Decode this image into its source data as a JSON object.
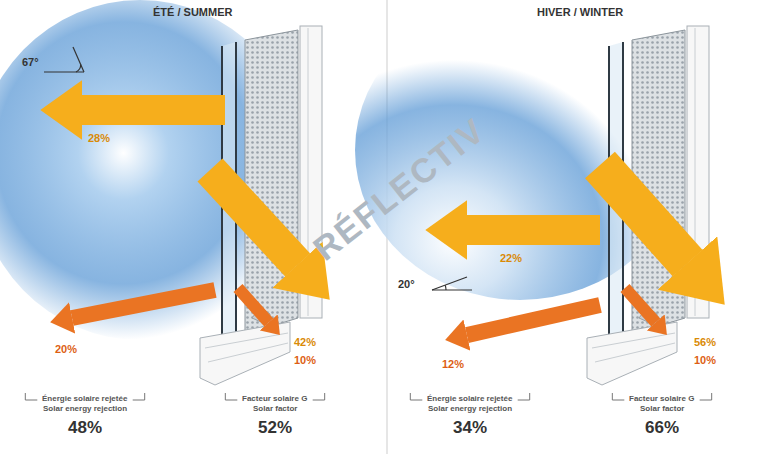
{
  "diagram": {
    "labels": [
      "ÉTÉ / SUMMER",
      "67°",
      "28%",
      "20%",
      "42%",
      "10%",
      "Énergie solaire rejetée",
      "Solar energy rejection",
      "48%",
      "Facteur solaire G",
      "Solar factor",
      "52%",
      "HIVER / WINTER",
      "22%",
      "20°",
      "12%",
      "56%",
      "10%",
      "Énergie solaire rejetée",
      "Solar energy rejection",
      "34%",
      "Facteur solaire G",
      "Solar factor",
      "66%",
      "RÉFLECTIV"
    ]
  }
}
